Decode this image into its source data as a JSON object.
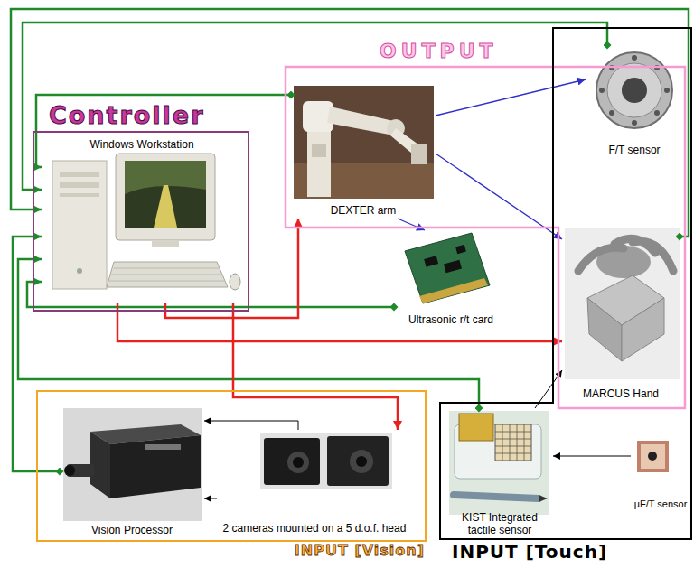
{
  "diagram": {
    "nodes": [
      {
        "text": [
          "Controller"
        ]
      },
      {
        "text": [
          "Windows Workstation"
        ],
        "in": 0
      },
      {
        "text": [
          "OUTPUT"
        ]
      },
      {
        "text": [
          "DEXTER arm"
        ],
        "in": 2
      },
      {
        "text": [
          "MARCUS Hand"
        ],
        "in": 2
      },
      {
        "text": [
          "INPUT [Touch]"
        ]
      },
      {
        "text": [
          "F/T sensor"
        ],
        "in": 5
      },
      {
        "text": [
          "KIST Integrated tactile sensor"
        ],
        "in": 5
      },
      {
        "text": [
          "µF/T sensor"
        ],
        "in": 5
      },
      {
        "text": [
          "Ultrasonic r/t card"
        ]
      },
      {
        "text": [
          "INPUT [Vision]"
        ]
      },
      {
        "text": [
          "Vision Processor"
        ],
        "in": 10
      },
      {
        "text": [
          "2 cameras mounted on a 5 d.o.f. head"
        ],
        "in": 10
      }
    ],
    "edges": [
      {
        "from": 3,
        "to": 1,
        "arrow": "to"
      },
      {
        "from": 6,
        "to": 1,
        "arrow": "to"
      },
      {
        "from": 4,
        "to": 1,
        "arrow": "to"
      },
      {
        "from": 7,
        "to": 1,
        "arrow": "to"
      },
      {
        "from": 11,
        "to": 1,
        "arrow": "to"
      },
      {
        "from": 9,
        "to": 1,
        "arrow": "to"
      },
      {
        "from": 1,
        "to": 3,
        "arrow": "to"
      },
      {
        "from": 1,
        "to": 4,
        "arrow": "to"
      },
      {
        "from": 1,
        "to": 12,
        "arrow": "to"
      },
      {
        "from": 3,
        "to": 6,
        "arrow": "to"
      },
      {
        "from": 3,
        "to": 4,
        "arrow": "to"
      },
      {
        "from": 3,
        "to": 9,
        "arrow": "to"
      },
      {
        "from": 12,
        "to": 11,
        "arrow": "to"
      },
      {
        "from": 12,
        "to": 11,
        "arrow": "to"
      },
      {
        "from": 7,
        "to": 4,
        "arrow": "to"
      },
      {
        "from": 8,
        "to": 7,
        "arrow": "to"
      }
    ]
  }
}
